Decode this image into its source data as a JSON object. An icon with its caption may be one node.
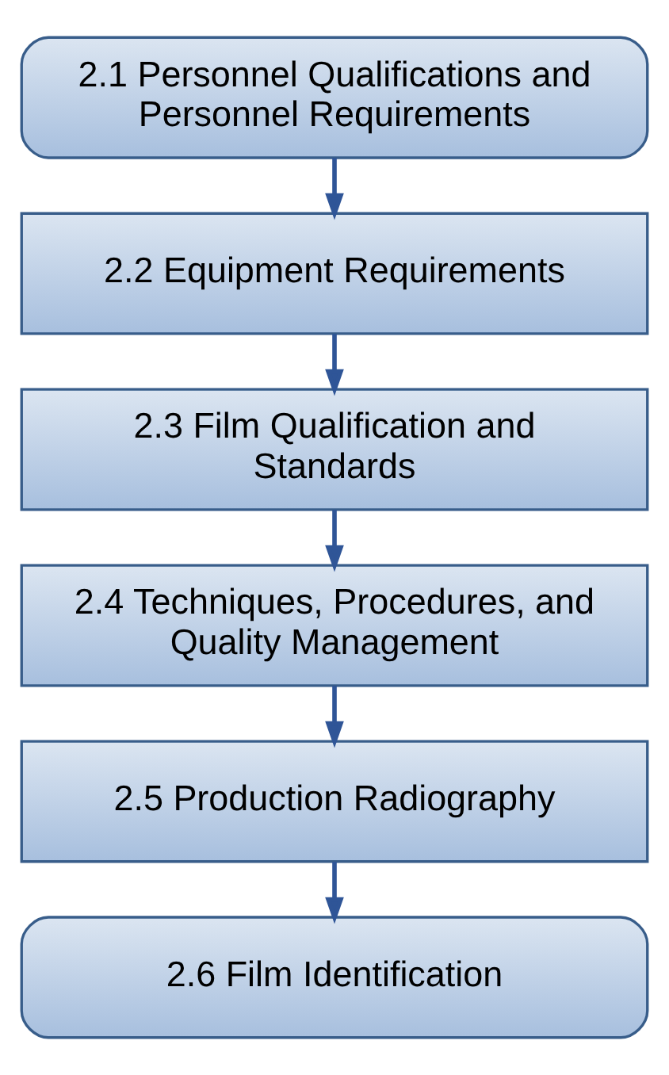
{
  "diagram": {
    "nodes": [
      {
        "text": [
          "2.1 Personnel Qualifications and Personnel Requirements"
        ]
      },
      {
        "text": [
          "2.2 Equipment Requirements"
        ]
      },
      {
        "text": [
          "2.3 Film Qualification and Standards"
        ]
      },
      {
        "text": [
          "2.4 Techniques, Procedures, and Quality Management"
        ]
      },
      {
        "text": [
          "2.5 Production Radiography"
        ]
      },
      {
        "text": [
          "2.6 Film Identification"
        ]
      }
    ],
    "edges": [
      {
        "from": 0,
        "to": 1,
        "arrow": "to"
      },
      {
        "from": 1,
        "to": 2,
        "arrow": "to"
      },
      {
        "from": 2,
        "to": 3,
        "arrow": "to"
      },
      {
        "from": 3,
        "to": 4,
        "arrow": "to"
      },
      {
        "from": 4,
        "to": 5,
        "arrow": "to"
      }
    ]
  }
}
